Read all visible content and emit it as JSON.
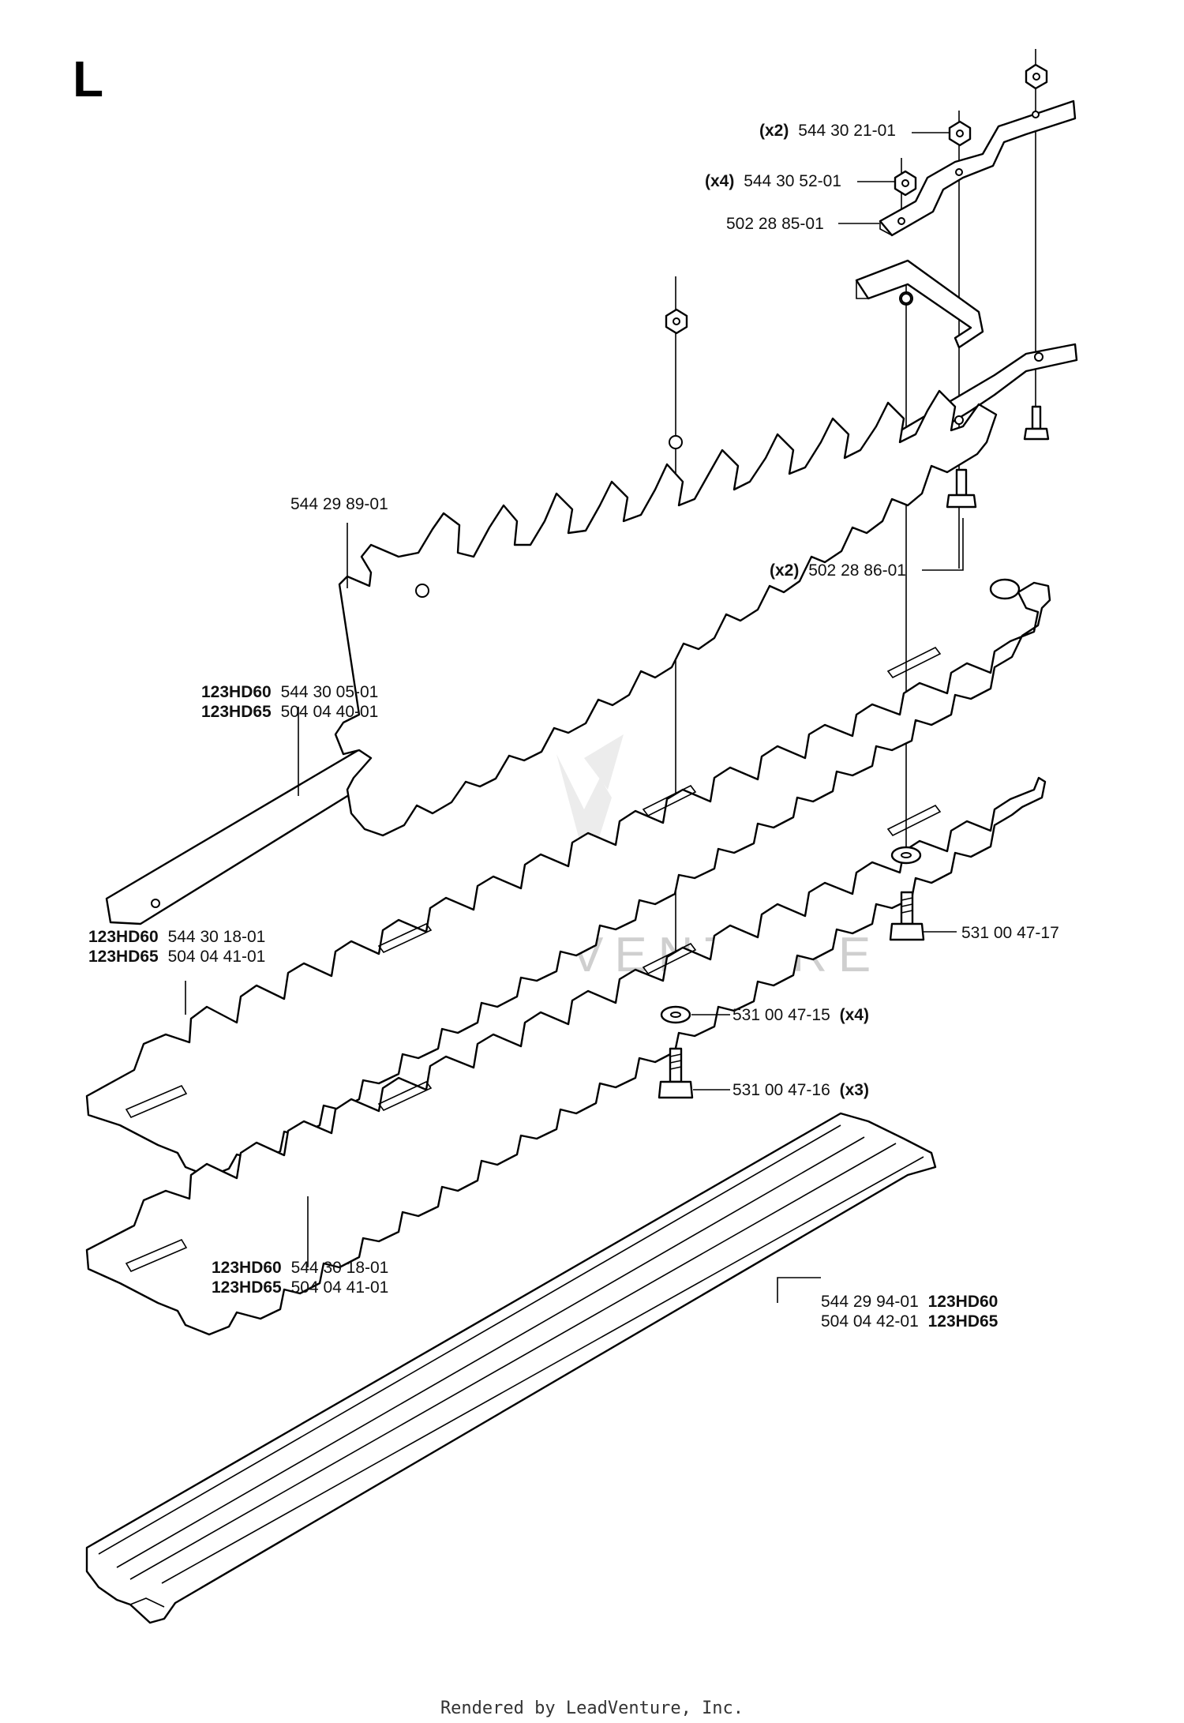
{
  "section_letter": "L",
  "watermark": "LEADVENTURE",
  "footer": {
    "credit": "Rendered by LeadVenture, Inc."
  },
  "models": {
    "a": "123HD60",
    "b": "123HD65"
  },
  "labels": {
    "nut_upper": {
      "qty": "(x2)",
      "part": "544 30 21-01"
    },
    "nut_lower": {
      "qty": "(x4)",
      "part": "544 30 52-01"
    },
    "bracket": {
      "part": "502 28 85-01"
    },
    "blade_guide": {
      "part": "544 29 89-01"
    },
    "screw_pair": {
      "qty": "(x2)",
      "part": "502 28 86-01"
    },
    "support_bar": {
      "part_60": "544 30 05-01",
      "part_65": "504 04 40-01"
    },
    "blade_upper": {
      "part_60": "544 30 18-01",
      "part_65": "504 04 41-01"
    },
    "blade_lower": {
      "part_60": "544 30 18-01",
      "part_65": "504 04 41-01"
    },
    "screw_single": {
      "part": "531 00 47-17"
    },
    "washer": {
      "part": "531 00 47-15",
      "qty": "(x4)"
    },
    "screw_triple": {
      "part": "531 00 47-16",
      "qty": "(x3)"
    },
    "guard": {
      "part_60": "544 29 94-01",
      "part_65": "504 04 42-01"
    }
  }
}
